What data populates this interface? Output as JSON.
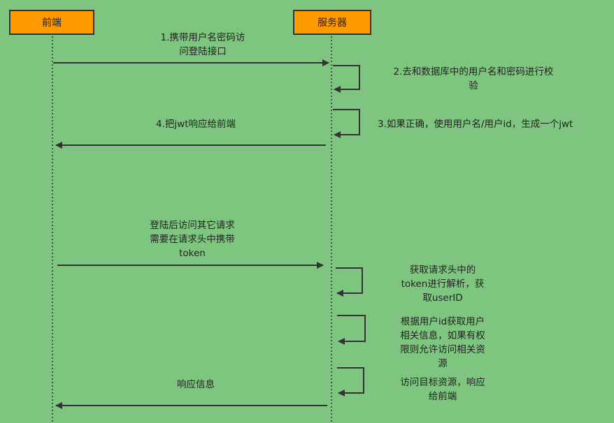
{
  "actors": {
    "frontend": "前端",
    "server": "服务器"
  },
  "messages": {
    "m1": "1.携带用户名密码访\n问登陆接口",
    "m2": "2.去和数据库中的用户名和密码进行校\n验",
    "m3": "3.如果正确，使用用户名/用户id，生成一个jwt",
    "m4": "4.把jwt响应给前端",
    "m5": "登陆后访问其它请求\n需要在请求头中携带\ntoken",
    "m6": "获取请求头中的\ntoken进行解析，获\n取userID",
    "m7": "根据用户id获取用户\n相关信息，如果有权\n限则允许访问相关资\n源",
    "m8": "访问目标资源，响应\n给前端",
    "m9": "响应信息"
  },
  "colors": {
    "background": "#7ec67f",
    "actor_fill": "#ff9b00",
    "line": "#333333"
  }
}
